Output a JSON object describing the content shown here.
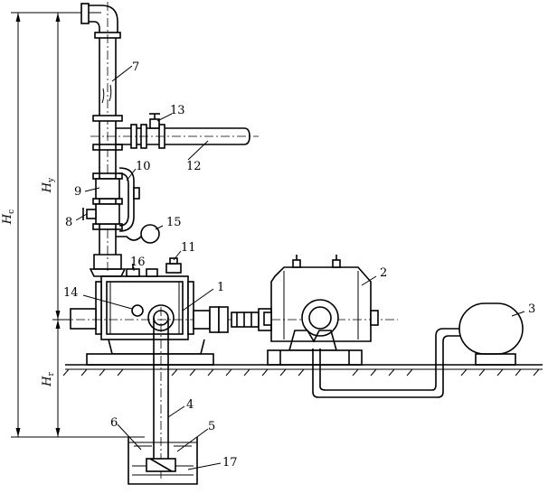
{
  "callouts": {
    "c1": "1",
    "c2": "2",
    "c3": "3",
    "c4": "4",
    "c5": "5",
    "c6": "6",
    "c7": "7",
    "c8": "8",
    "c9": "9",
    "c10": "10",
    "c11": "11",
    "c12": "12",
    "c13": "13",
    "c14": "14",
    "c15": "15",
    "c16": "16",
    "c17": "17"
  },
  "dimensions": {
    "hc_letter": "H",
    "hc_sub": "c",
    "hy_letter": "H",
    "hy_sub": "y",
    "hr_letter": "H",
    "hr_sub": "r"
  }
}
